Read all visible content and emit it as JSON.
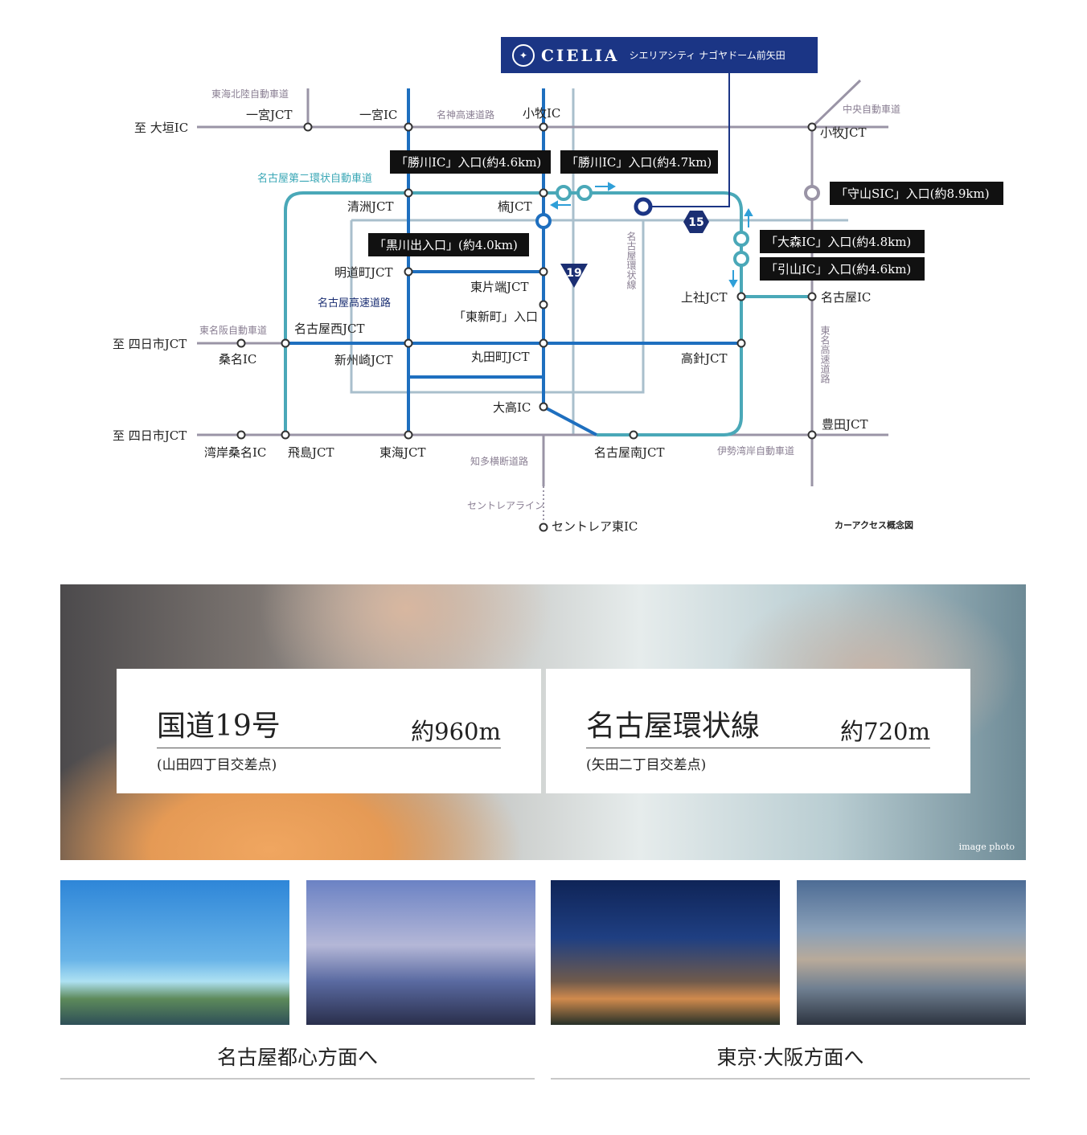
{
  "brand": {
    "name": "CIELIA",
    "subtitle": "シエリアシティ ナゴヤドーム前矢田"
  },
  "map": {
    "caption": "カーアクセス概念図",
    "roads": {
      "tokai_hokuriku": "東海北陸自動車道",
      "meishin": "名神高速道路",
      "chuo": "中央自動車道",
      "second_ring": "名古屋第二環状自動車道",
      "nagoya_expressway": "名古屋高速道路",
      "kanjo_line": "名古屋環状線",
      "higashi_meihan": "東名阪自動車道",
      "tomei": "東名高速道路",
      "chita": "知多横断道路",
      "centrair_line": "セントレアライン",
      "isewangan": "伊勢湾岸自動車道"
    },
    "nodes": {
      "ogaki": "至 大垣IC",
      "ichinomiya_jct": "一宮JCT",
      "ichinomiya_ic": "一宮IC",
      "komaki_ic": "小牧IC",
      "komaki_jct": "小牧JCT",
      "kiyosu_jct": "清洲JCT",
      "kusu_jct": "楠JCT",
      "meidocho_jct": "明道町JCT",
      "higashikatahata_jct": "東片端JCT",
      "higashishinmachi": "「東新町」入口",
      "yokkaichi_1": "至 四日市JCT",
      "kuwana_ic": "桑名IC",
      "nagoya_nishi_jct": "名古屋西JCT",
      "shinsuzaki_jct": "新州崎JCT",
      "marutamachi_jct": "丸田町JCT",
      "takabari_jct": "高針JCT",
      "kamiyashiro_jct": "上社JCT",
      "nagoya_ic": "名古屋IC",
      "odaka_ic": "大高IC",
      "toyota_jct": "豊田JCT",
      "yokkaichi_2": "至 四日市JCT",
      "wangan_kuwana_ic": "湾岸桑名IC",
      "tobishima_jct": "飛島JCT",
      "tokai_jct": "東海JCT",
      "nagoya_minami_jct": "名古屋南JCT",
      "centrair_higashi_ic": "セントレア東IC"
    },
    "route_badges": {
      "r19": "19",
      "r15": "15"
    },
    "callouts": {
      "kachigawa_1": "「勝川IC」入口(約4.6km)",
      "kachigawa_2": "「勝川IC」入口(約4.7km)",
      "moriyama": "「守山SIC」入口(約8.9km)",
      "kurokawa": "「黒川出入口」(約4.0km)",
      "omori": "「大森IC」入口(約4.8km)",
      "hikiyama": "「引山IC」入口(約4.6km)"
    }
  },
  "hero": {
    "note": "image photo",
    "cards": [
      {
        "title": "国道19号",
        "distance": "約960m",
        "sub": "(山田四丁目交差点)"
      },
      {
        "title": "名古屋環状線",
        "distance": "約720m",
        "sub": "(矢田二丁目交差点)"
      }
    ]
  },
  "destinations": [
    {
      "label": "名古屋都心方面へ"
    },
    {
      "label": "東京·大阪方面へ"
    }
  ],
  "colors": {
    "navy": "#1b3585",
    "blue": "#1e6fbf",
    "teal": "#4aa8b8",
    "gray_road": "#9a94a6",
    "light_road": "#a9bfcc"
  }
}
